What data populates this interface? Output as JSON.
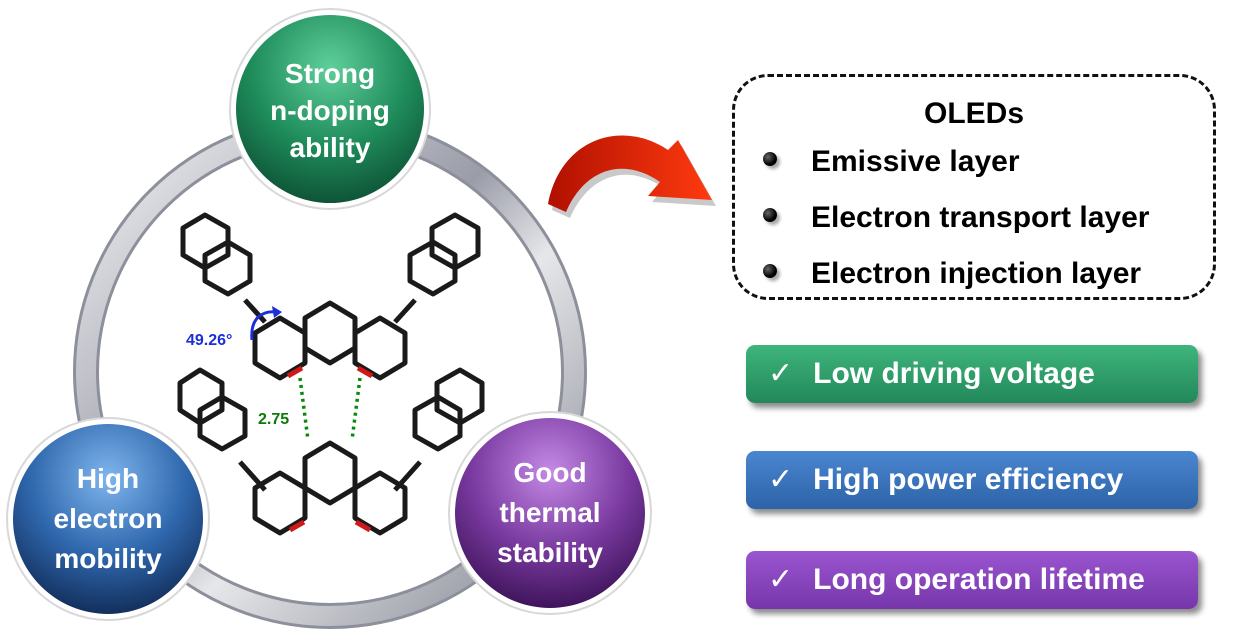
{
  "center_structure": {
    "angle_label": "49.26°",
    "distance_label": "2.75"
  },
  "properties": [
    {
      "lines": [
        "Strong",
        "n-doping",
        "ability"
      ],
      "color": "#2a9a6a"
    },
    {
      "lines": [
        "High",
        "electron",
        "mobility"
      ],
      "color": "#2f6cb0"
    },
    {
      "lines": [
        "Good",
        "thermal",
        "stability"
      ],
      "color": "#7a3aa0"
    }
  ],
  "applications": {
    "title": "OLEDs",
    "items": [
      "Emissive layer",
      "Electron transport layer",
      "Electron injection layer"
    ]
  },
  "advantages": [
    {
      "label": "Low driving voltage",
      "color": "#2e9e68"
    },
    {
      "label": "High power efficiency",
      "color": "#3a74bf"
    },
    {
      "label": "Long operation lifetime",
      "color": "#8a45c0"
    }
  ],
  "check_symbol": "✓"
}
